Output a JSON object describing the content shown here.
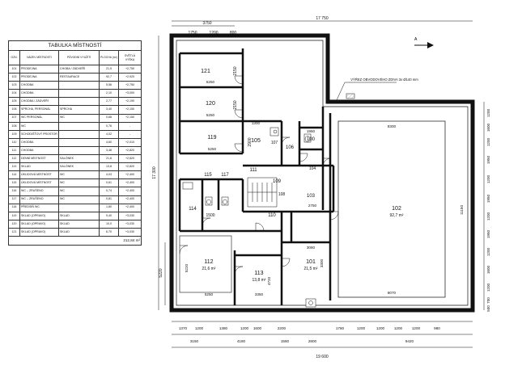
{
  "table": {
    "title": "TABULKA MÍSTNOSTÍ",
    "headers": [
      "OZN.",
      "NÁZEV MÍSTNOSTI",
      "PŮVODNÍ VYUŽITÍ",
      "PLOCHA (m²)",
      "SVĚTLÁ VÝŠKA"
    ],
    "rows": [
      [
        "101",
        "PRODEJNA",
        "CHOBA / ZÁDVEŘÍ",
        "21,5",
        "+2,750"
      ],
      [
        "102",
        "PRODEJNA",
        "RESTAURACE",
        "92,7",
        "+2,920"
      ],
      [
        "103",
        "CHODBA",
        "",
        "5,56",
        "+2,750"
      ],
      [
        "104",
        "CHODBA",
        "",
        "2,10",
        "+3,000"
      ],
      [
        "105",
        "CHODBA / ZÁDVEŘÍ",
        "",
        "2,77",
        "+2,190"
      ],
      [
        "106",
        "SPRCHA, PERSONÁL",
        "SPRCHA",
        "3,40",
        "+2,150"
      ],
      [
        "107",
        "WC PERSONÁL",
        "WC",
        "0,68",
        "+2,150"
      ],
      [
        "108",
        "WC",
        "",
        "0,76",
        "-"
      ],
      [
        "109",
        "SCHODIŠŤOVÝ PROSTOR",
        "",
        "4,02",
        "-"
      ],
      [
        "110",
        "CHODBA",
        "",
        "4,60",
        "+2,010"
      ],
      [
        "111",
        "CHODBA",
        "",
        "3,46",
        "+2,820"
      ],
      [
        "112",
        "DENNÍ MÍSTNOST",
        "SALÓNEK",
        "21,6",
        "+2,820"
      ],
      [
        "113",
        "SKLAD",
        "SALÓNEK",
        "13,8",
        "+2,820"
      ],
      [
        "114",
        "ÚKLIDOVÁ MÍSTNOST",
        "WC",
        "4,03",
        "+2,400"
      ],
      [
        "115",
        "ÚKLIDOVÁ MÍSTNOST",
        "WC",
        "0,61",
        "+2,400"
      ],
      [
        "116",
        "WC – ZRUŠENO",
        "WC",
        "0,74",
        "+2,400"
      ],
      [
        "117",
        "WC – ZRUŠENO",
        "WC",
        "0,81",
        "+2,400"
      ],
      [
        "118",
        "PŘEDSÍŇ WC",
        "",
        "1,80",
        "+2,400"
      ],
      [
        "119",
        "SKLAD (OPRAVO)",
        "SKLAD",
        "9,40",
        "+3,030"
      ],
      [
        "120",
        "SKLAD (OPRAVO)",
        "SKLAD",
        "10,0",
        "+3,030"
      ],
      [
        "121",
        "SKLAD (OPRAVO)",
        "SKLAD",
        "6,70",
        "+3,030"
      ]
    ],
    "total": "212,84 m²"
  },
  "plan": {
    "overall_width_top": "17 750",
    "overall_width_bottom": "19 600",
    "overall_height": "17 300",
    "top_dims": [
      "3750",
      "1750",
      "1200",
      "800"
    ],
    "bottom_row1": [
      "1370",
      "1200",
      "1380",
      "1200",
      "1600",
      "2200",
      "1780",
      "1200",
      "1200",
      "1200",
      "1200",
      "980"
    ],
    "bottom_row2": [
      "3150",
      "4180",
      "1560",
      "2800",
      "9420"
    ],
    "right_dims": [
      "1200",
      "1600",
      "1200",
      "1950",
      "1200",
      "1950",
      "1200",
      "1950",
      "1200",
      "1600",
      "1200",
      "700",
      "500"
    ],
    "left_dims": [
      "5220"
    ],
    "section_marker": "A",
    "wall_cut_note": "VÝŘEZ OBVODOVÉHO ZDIVA 3x Ø140 mm",
    "rooms": [
      {
        "num": "121",
        "width": "5250"
      },
      {
        "num": "120",
        "width": "5250"
      },
      {
        "num": "119",
        "width": "5250"
      },
      {
        "num": "105",
        "width": "1300"
      },
      {
        "num": "106"
      },
      {
        "num": "107"
      },
      {
        "num": "100",
        "width": "1950"
      },
      {
        "num": "103",
        "width": "2750"
      },
      {
        "num": "104"
      },
      {
        "num": "109"
      },
      {
        "num": "108"
      },
      {
        "num": "115"
      },
      {
        "num": "117"
      },
      {
        "num": "114"
      },
      {
        "num": "110"
      },
      {
        "num": "111"
      },
      {
        "num": "102",
        "area": "92,7 m²",
        "width": "8300",
        "height": "11150",
        "bottom": "8070"
      },
      {
        "num": "101",
        "area": "21,5 m²",
        "width": "3060",
        "height": "3300"
      },
      {
        "num": "112",
        "area": "21,6 m²",
        "width": "5250",
        "height": "5220"
      },
      {
        "num": "113",
        "area": "13,8 m²",
        "width": "3350",
        "height": "4720"
      }
    ],
    "misc_dims": [
      "2900",
      "2150",
      "2150",
      "1500"
    ]
  }
}
